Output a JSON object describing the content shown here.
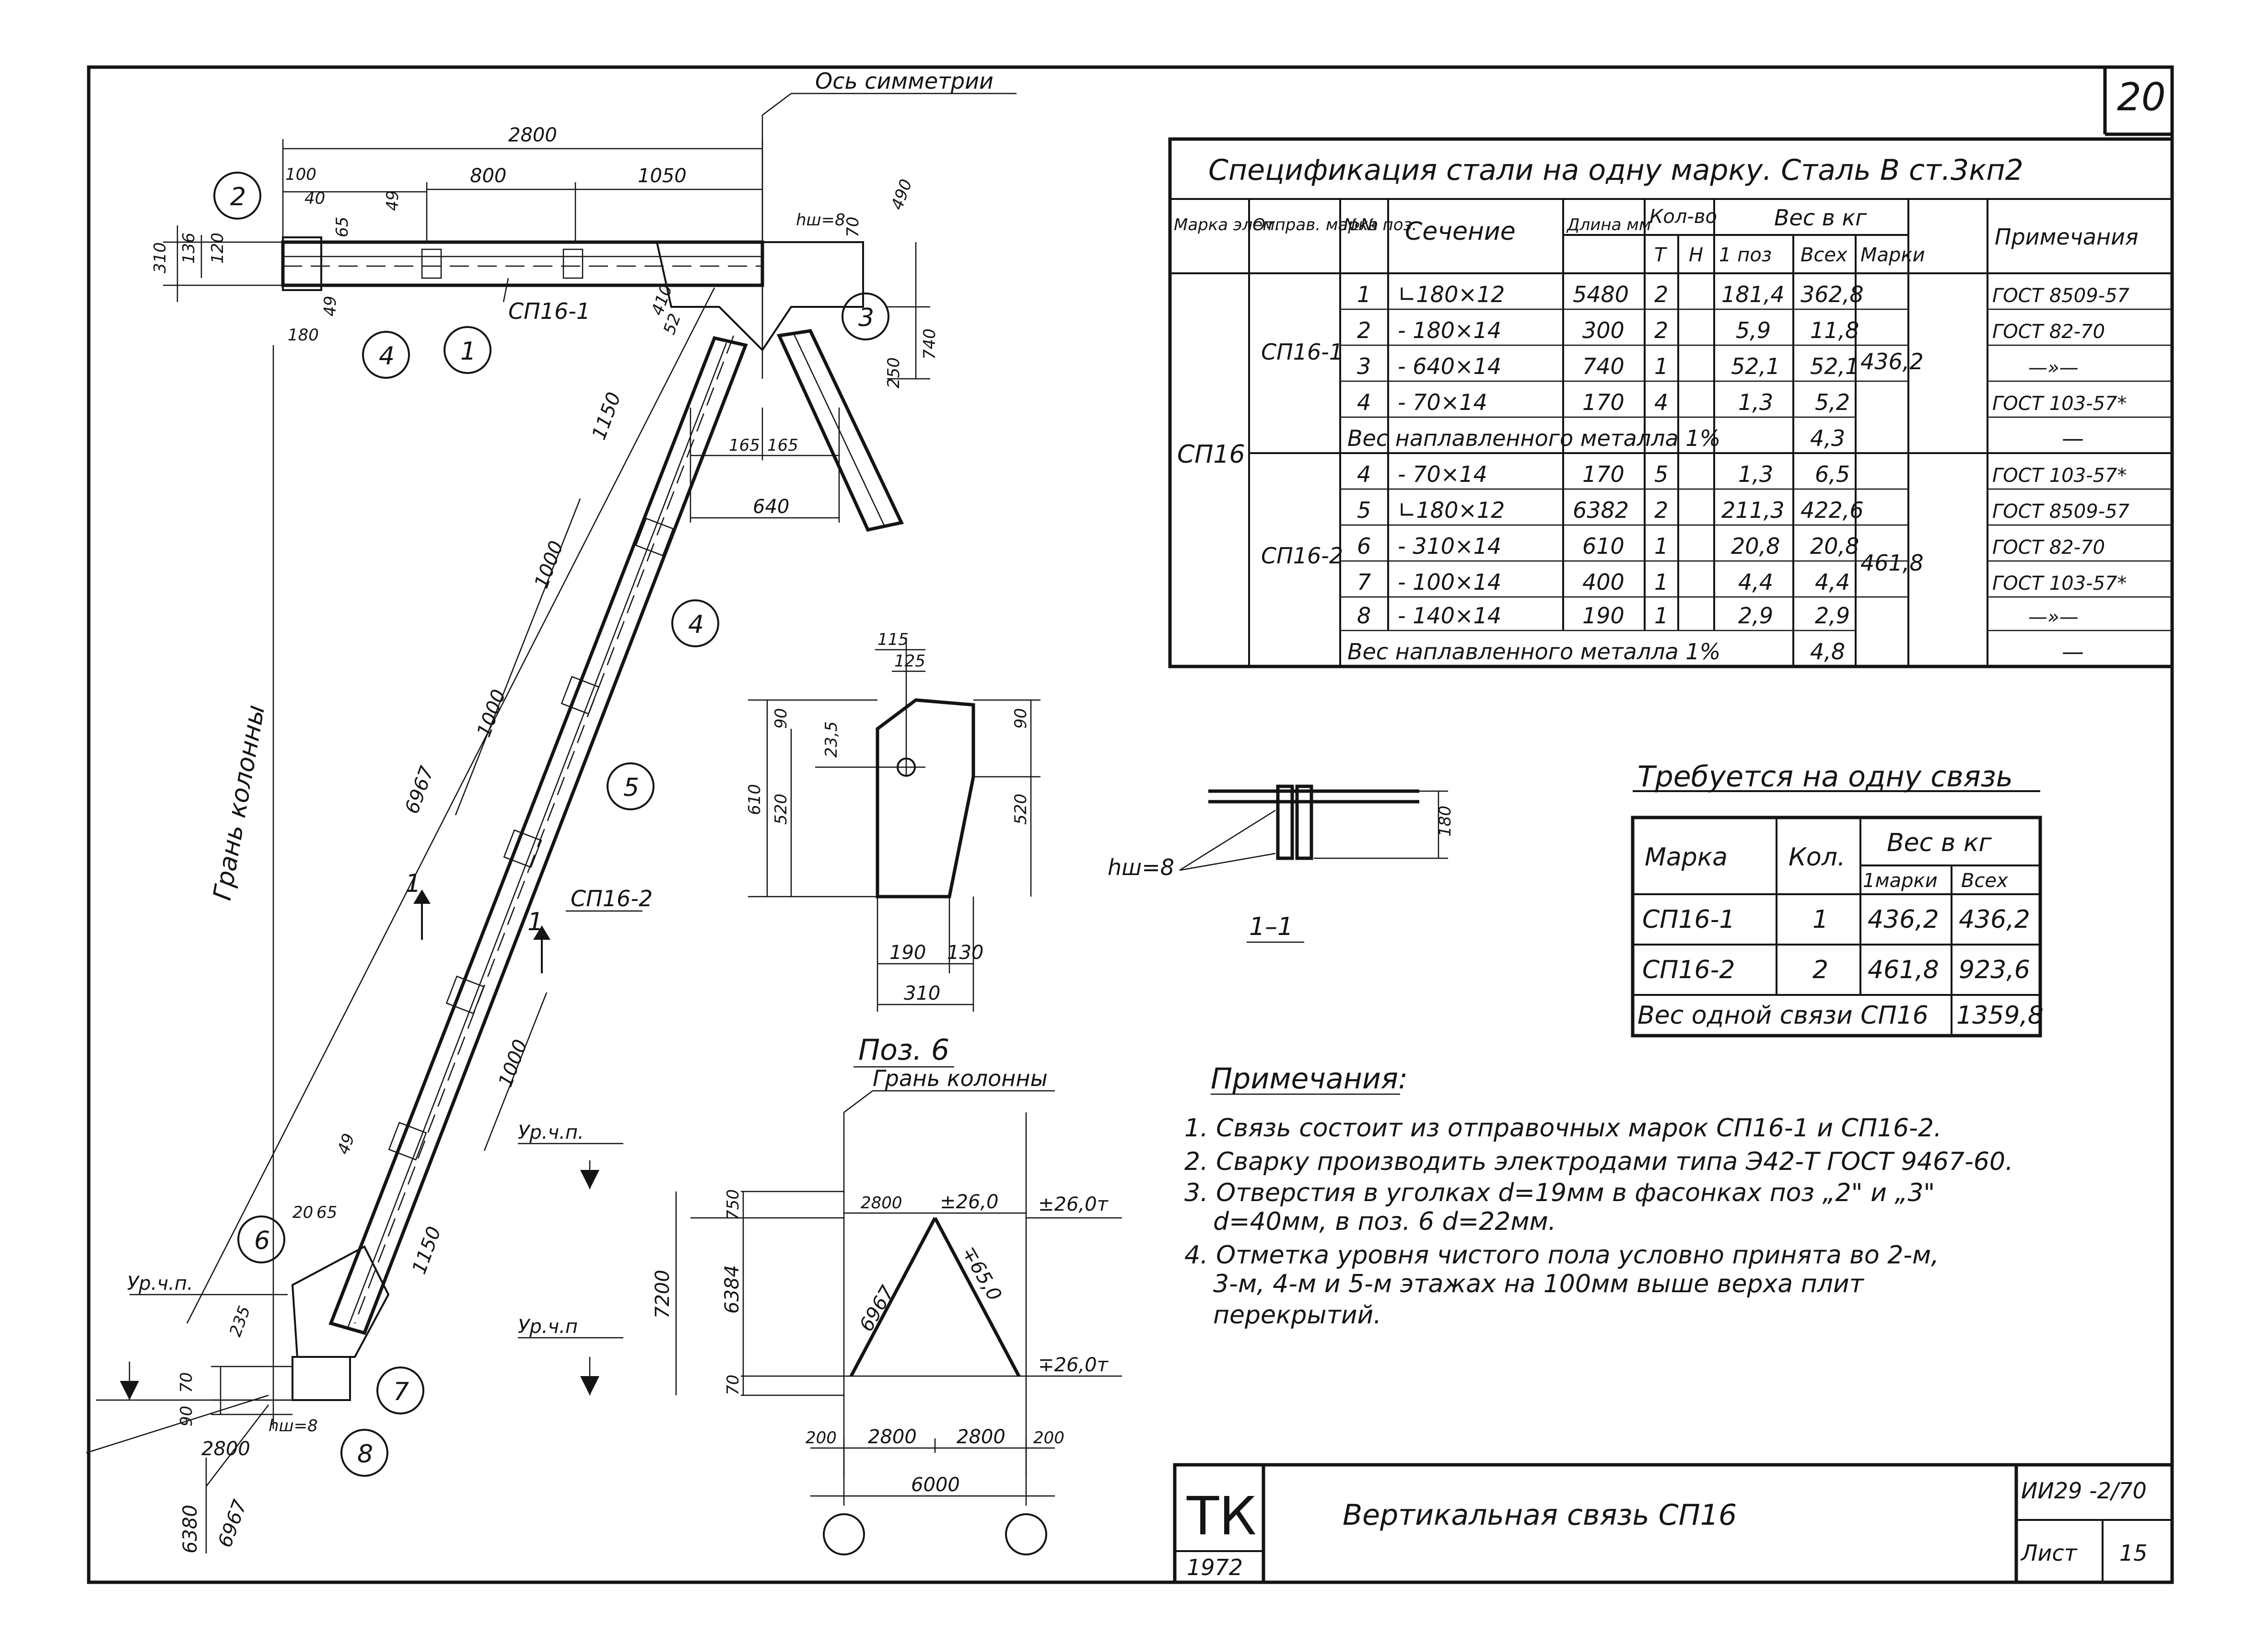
{
  "sheet": {
    "page_number": "20",
    "sheet_label": "Лист",
    "sheet_number": "15",
    "series": "ИИ29 -2/70",
    "org": "ТК",
    "year": "1972",
    "title": "Вертикальная связь СП16"
  },
  "spec_table": {
    "title": "Спецификация стали на одну марку. Сталь В ст.3кп2",
    "headers": {
      "mark_elem": "Марка элем.",
      "ship_mark": "Отправ. марка",
      "pos": "№№ поз.",
      "section": "Сечение",
      "length": "Длина мм",
      "qty": "Кол-во",
      "qty_t": "Т",
      "qty_n": "Н",
      "weight": "Вес в кг",
      "w_one": "1 поз",
      "w_all": "Всех",
      "w_mark": "Марки",
      "notes": "Примечания"
    },
    "element_mark": "СП16",
    "groups": [
      {
        "ship_mark": "СП16-1",
        "mark_weight": "436,2",
        "rows": [
          {
            "pos": "1",
            "section": "∟180×12",
            "length": "5480",
            "t": "2",
            "n": "",
            "w1": "181,4",
            "wall": "362,8",
            "note": "ГОСТ 8509-57"
          },
          {
            "pos": "2",
            "section": "- 180×14",
            "length": "300",
            "t": "2",
            "n": "",
            "w1": "5,9",
            "wall": "11,8",
            "note": "ГОСТ 82-70"
          },
          {
            "pos": "3",
            "section": "- 640×14",
            "length": "740",
            "t": "1",
            "n": "",
            "w1": "52,1",
            "wall": "52,1",
            "note": "—»—"
          },
          {
            "pos": "4",
            "section": "- 70×14",
            "length": "170",
            "t": "4",
            "n": "",
            "w1": "1,3",
            "wall": "5,2",
            "note": "ГОСТ 103-57*"
          }
        ],
        "weld": {
          "label": "Вес наплавленного металла 1%",
          "value": "4,3",
          "note": "—"
        }
      },
      {
        "ship_mark": "СП16-2",
        "mark_weight": "461,8",
        "rows": [
          {
            "pos": "4",
            "section": "- 70×14",
            "length": "170",
            "t": "5",
            "n": "",
            "w1": "1,3",
            "wall": "6,5",
            "note": "ГОСТ 103-57*"
          },
          {
            "pos": "5",
            "section": "∟180×12",
            "length": "6382",
            "t": "2",
            "n": "",
            "w1": "211,3",
            "wall": "422,6",
            "note": "ГОСТ 8509-57"
          },
          {
            "pos": "6",
            "section": "- 310×14",
            "length": "610",
            "t": "1",
            "n": "",
            "w1": "20,8",
            "wall": "20,8",
            "note": "ГОСТ 82-70"
          },
          {
            "pos": "7",
            "section": "- 100×14",
            "length": "400",
            "t": "1",
            "n": "",
            "w1": "4,4",
            "wall": "4,4",
            "note": "ГОСТ 103-57*"
          },
          {
            "pos": "8",
            "section": "- 140×14",
            "length": "190",
            "t": "1",
            "n": "",
            "w1": "2,9",
            "wall": "2,9",
            "note": "—»—"
          }
        ],
        "weld": {
          "label": "Вес наплавленного металла 1%",
          "value": "4,8",
          "note": "—"
        }
      }
    ]
  },
  "req_table": {
    "title": "Требуется на одну связь",
    "headers": {
      "mark": "Марка",
      "qty": "Кол.",
      "weight": "Вес в кг",
      "w_one": "1марки",
      "w_all": "Всех"
    },
    "rows": [
      {
        "mark": "СП16-1",
        "qty": "1",
        "w1": "436,2",
        "wall": "436,2"
      },
      {
        "mark": "СП16-2",
        "qty": "2",
        "w1": "461,8",
        "wall": "923,6"
      }
    ],
    "total_label": "Вес одной связи СП16",
    "total_value": "1359,8"
  },
  "notes": {
    "title": "Примечания:",
    "items": [
      "1. Связь состоит из отправочных марок СП16-1 и СП16-2.",
      "2. Сварку производить электродами типа Э42-Т ГОСТ 9467-60.",
      "3. Отверстия в уголках d=19мм в фасонках поз „2\" и „3\"",
      "d=40мм, в поз. 6 d=22мм.",
      "4. Отметка уровня чистого пола условно принята во 2-м,",
      "3-м, 4-м и 5-м этажах на 100мм выше верха плит",
      "перекрытий."
    ]
  },
  "main_view": {
    "axis_label": "Ось симметрии",
    "column_face": "Грань колонны",
    "mark_1": "СП16-1",
    "mark_2": "СП16-2",
    "level": "Ур.ч.п.",
    "dims_top": [
      "2800",
      "100",
      "40",
      "800",
      "1050"
    ],
    "dims_left": [
      "310",
      "136",
      "120",
      "65",
      "49",
      "49",
      "180"
    ],
    "dims_right": [
      "490",
      "70",
      "hш=8",
      "740",
      "250",
      "410",
      "52",
      "165",
      "165",
      "640"
    ],
    "dims_diag": [
      "1150",
      "1000",
      "1000",
      "6967",
      "1000",
      "1150",
      "65",
      "49",
      "20",
      "235",
      "70",
      "90"
    ],
    "dims_bottom": [
      "hш=8",
      "2800",
      "6380",
      "6967"
    ],
    "section_marks": [
      "1",
      "1"
    ],
    "callouts": [
      "2",
      "3",
      "4",
      "1",
      "4",
      "5",
      "6",
      "7",
      "8"
    ]
  },
  "pos6_view": {
    "caption": "Поз. 6",
    "dims": [
      "115",
      "125",
      "90",
      "23,5",
      "610",
      "520",
      "90",
      "520",
      "190",
      "130",
      "310"
    ]
  },
  "section_view": {
    "caption": "1–1",
    "weld": "hш=8",
    "height": "180"
  },
  "scheme_view": {
    "column_face": "Грань колонны",
    "level1": "Ур.ч.п.",
    "level2": "Ур.ч.п",
    "top_span": "2800",
    "top_level": "±26,0",
    "top_level_t": "±26,0т",
    "bottom_level_t": "∓26,0т",
    "diag1": "6967",
    "diag2": "∓65,0",
    "vert": [
      "750",
      "7200",
      "6384",
      "70"
    ],
    "horiz": [
      "200",
      "2800",
      "2800",
      "200"
    ],
    "total": "6000"
  }
}
